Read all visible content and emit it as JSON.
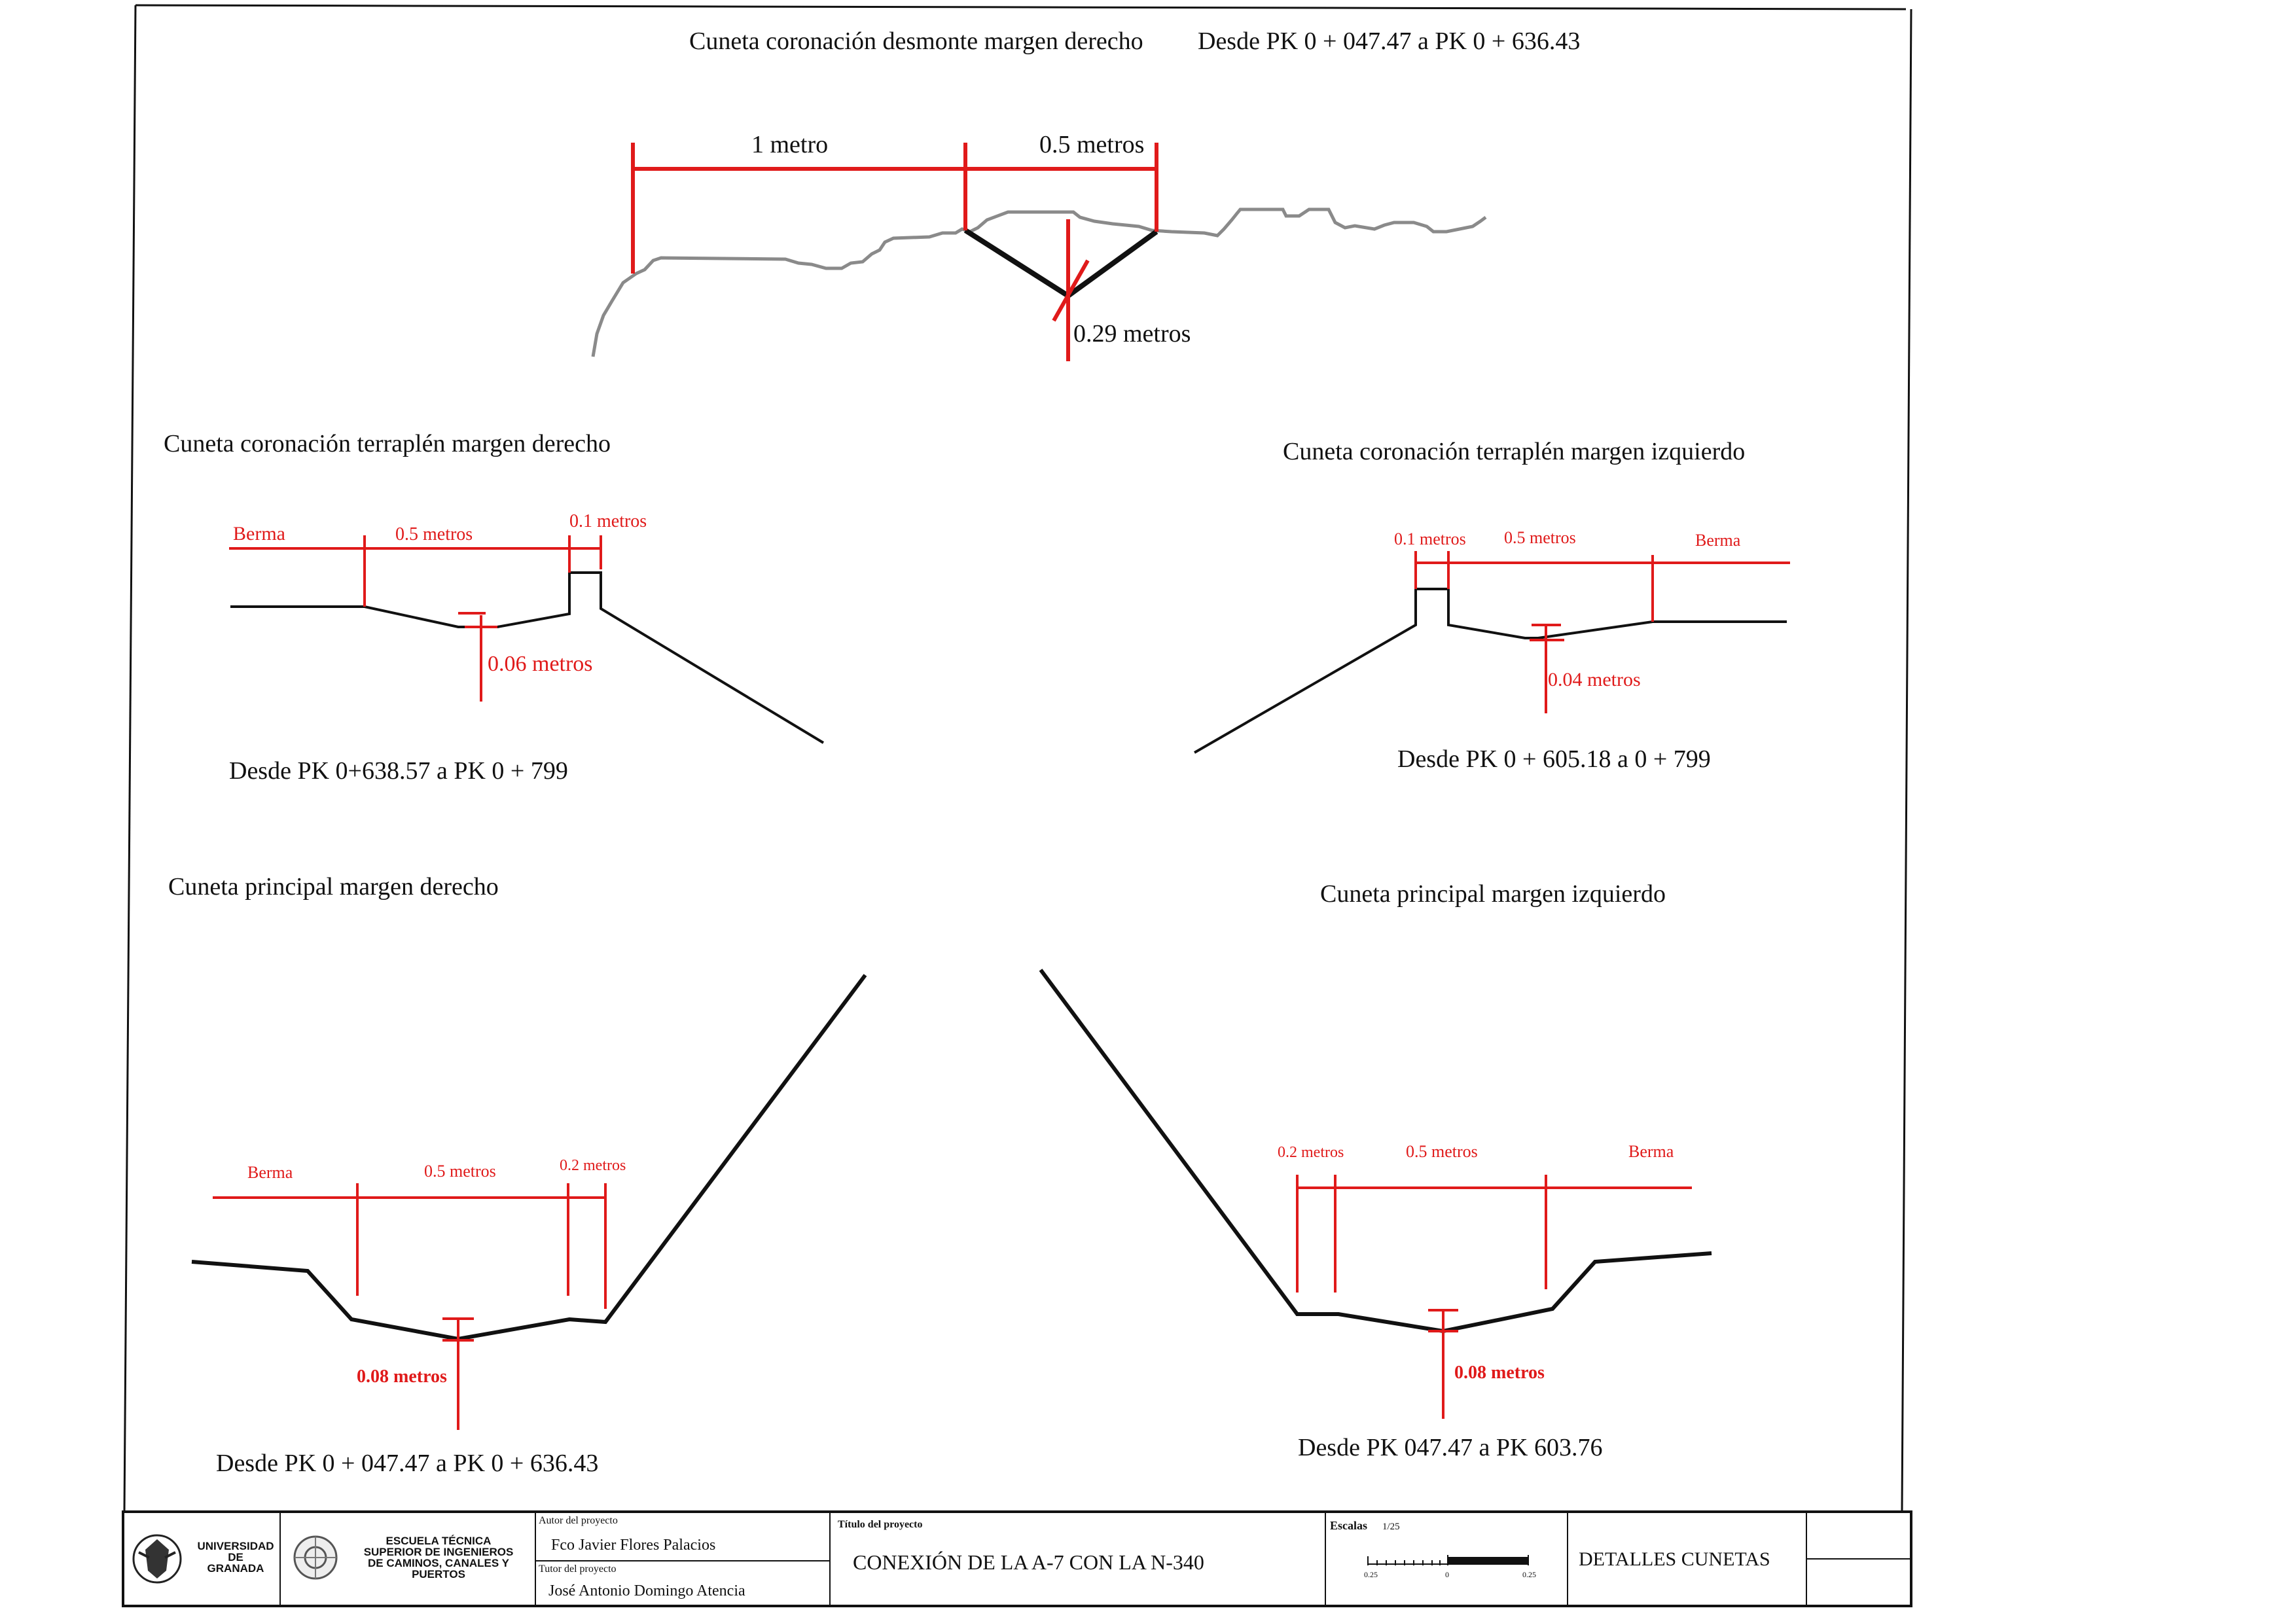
{
  "sections": {
    "top": {
      "title": "Cuneta coronación desmonte margen derecho",
      "range": "Desde PK 0 + 047.47 a PK 0 + 636.43",
      "dim_width_1": "1 metro",
      "dim_width_2": "0.5 metros",
      "dim_depth": "0.29 metros"
    },
    "terraplen_der": {
      "title": "Cuneta coronación terraplén margen derecho",
      "berma": "Berma",
      "dim_width": "0.5 metros",
      "dim_curb": "0.1 metros",
      "dim_depth": "0.06 metros",
      "range": "Desde PK 0+638.57 a PK 0 + 799"
    },
    "terraplen_izq": {
      "title": "Cuneta coronación terraplén margen izquierdo",
      "dim_curb": "0.1 metros",
      "dim_width": "0.5 metros",
      "berma": "Berma",
      "dim_depth": "0.04 metros",
      "range": "Desde PK 0 + 605.18 a 0 + 799"
    },
    "principal_der": {
      "title": "Cuneta principal margen derecho",
      "berma": "Berma",
      "dim_width": "0.5 metros",
      "dim_side": "0.2 metros",
      "dim_depth": "0.08 metros",
      "range": "Desde PK 0 + 047.47 a PK 0 + 636.43"
    },
    "principal_izq": {
      "title": "Cuneta principal margen izquierdo",
      "dim_side": "0.2 metros",
      "dim_width": "0.5 metros",
      "berma": "Berma",
      "dim_depth": "0.08 metros",
      "range": "Desde PK 047.47 a PK 603.76"
    }
  },
  "title_block": {
    "university": [
      "UNIVERSIDAD",
      "DE",
      "GRANADA"
    ],
    "school": [
      "ESCUELA TÉCNICA",
      "SUPERIOR DE INGENIEROS",
      "DE CAMINOS, CANALES Y",
      "PUERTOS"
    ],
    "author_label": "Autor del proyecto",
    "author": "Fco Javier Flores Palacios",
    "tutor_label": "Tutor del proyecto",
    "tutor": "José Antonio Domingo Atencia",
    "project_label": "Título del proyecto",
    "project_title": "CONEXIÓN DE LA A-7 CON LA N-340",
    "scale_label": "Escalas",
    "scale_value": "1/25",
    "scale_ticks": [
      "0.25",
      "0",
      "0.25"
    ],
    "sheet_title": "DETALLES CUNETAS"
  },
  "colors": {
    "dimension": "#e01a1a",
    "terrain": "#8a8a8a",
    "line": "#111111"
  }
}
